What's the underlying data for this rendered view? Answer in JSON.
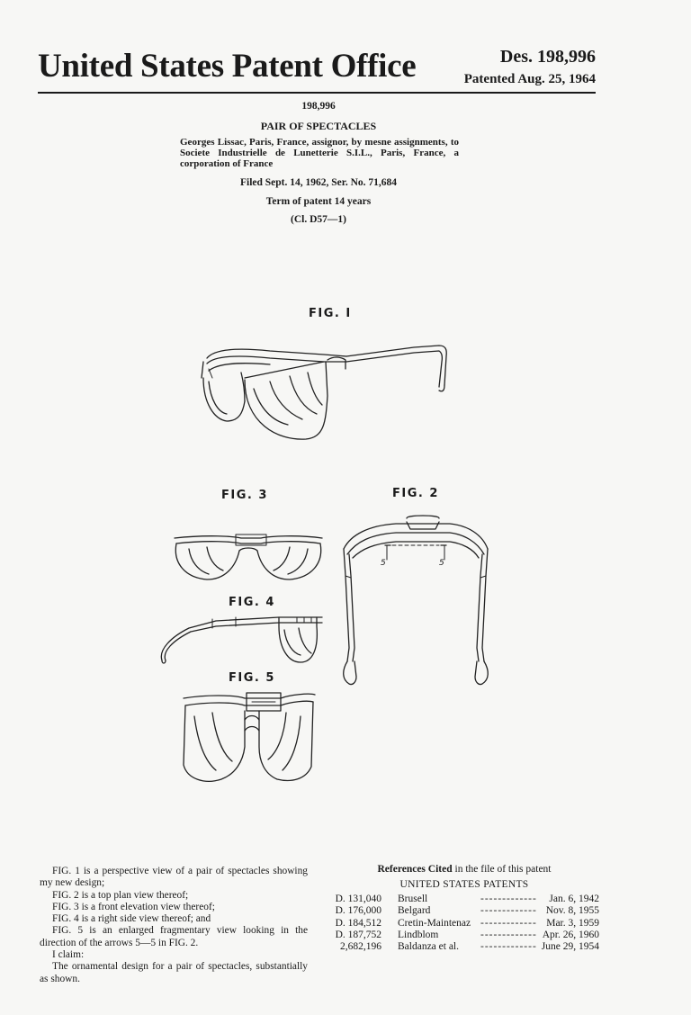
{
  "header": {
    "office": "United States Patent Office",
    "design_number": "Des. 198,996",
    "patented": "Patented Aug. 25, 1964"
  },
  "patent": {
    "number": "198,996",
    "title": "PAIR OF SPECTACLES",
    "inventor": "Georges Lissac, Paris, France, assignor, by mesne assignments, to Societe Industrielle de Lunetterie S.I.L., Paris, France, a corporation of France",
    "filed": "Filed Sept. 14, 1962, Ser. No. 71,684",
    "term": "Term of patent 14 years",
    "classification": "(Cl. D57—1)"
  },
  "figures": {
    "fig1": "FIG. I",
    "fig2": "FIG. 2",
    "fig3": "FIG. 3",
    "fig4": "FIG. 4",
    "fig5": "FIG. 5",
    "section_mark": "5"
  },
  "description": {
    "p1": "FIG. 1 is a perspective view of a pair of spectacles showing my new design;",
    "p2": "FIG. 2 is a top plan view thereof;",
    "p3": "FIG. 3 is a front elevation view thereof;",
    "p4": "FIG. 4 is a right side view thereof; and",
    "p5": "FIG. 5 is an enlarged fragmentary view looking in the direction of the arrows 5—5 in FIG. 2.",
    "claim_label": "I claim:",
    "claim": "The ornamental design for a pair of spectacles, substantially as shown."
  },
  "references": {
    "title_bold": "References Cited",
    "title_rest": " in the file of this patent",
    "subtitle": "UNITED STATES PATENTS",
    "rows": [
      {
        "no": "D. 131,040",
        "name": "Brusell",
        "date": "Jan. 6, 1942"
      },
      {
        "no": "D. 176,000",
        "name": "Belgard",
        "date": "Nov. 8, 1955"
      },
      {
        "no": "D. 184,512",
        "name": "Cretin-Maintenaz",
        "date": "Mar. 3, 1959"
      },
      {
        "no": "D. 187,752",
        "name": "Lindblom",
        "date": "Apr. 26, 1960"
      },
      {
        "no": "2,682,196",
        "name": "Baldanza et al.",
        "date": "June 29, 1954"
      }
    ]
  }
}
